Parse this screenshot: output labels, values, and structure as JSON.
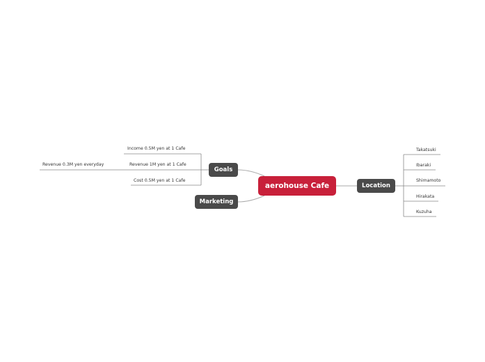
{
  "central": {
    "label": "aerohouse Cafe"
  },
  "branches": {
    "goals": {
      "label": "Goals",
      "children": [
        {
          "label": "Income 0.5M yen at 1 Cafe"
        },
        {
          "label": "Revenue 1M yen at 1 Cafe",
          "children": [
            {
              "label": "Revenue 0.3M yen everyday"
            }
          ]
        },
        {
          "label": "Cost 0.5M yen at 1 Cafe"
        }
      ]
    },
    "marketing": {
      "label": "Marketing"
    },
    "location": {
      "label": "Location",
      "children": [
        {
          "label": "Takatsuki"
        },
        {
          "label": "Ibaraki"
        },
        {
          "label": "Shimamoto"
        },
        {
          "label": "Hirakata"
        },
        {
          "label": "Kuzuha"
        }
      ]
    }
  },
  "colors": {
    "central": "#c8203a",
    "branch": "#4a4a4a",
    "line": "#888888"
  }
}
